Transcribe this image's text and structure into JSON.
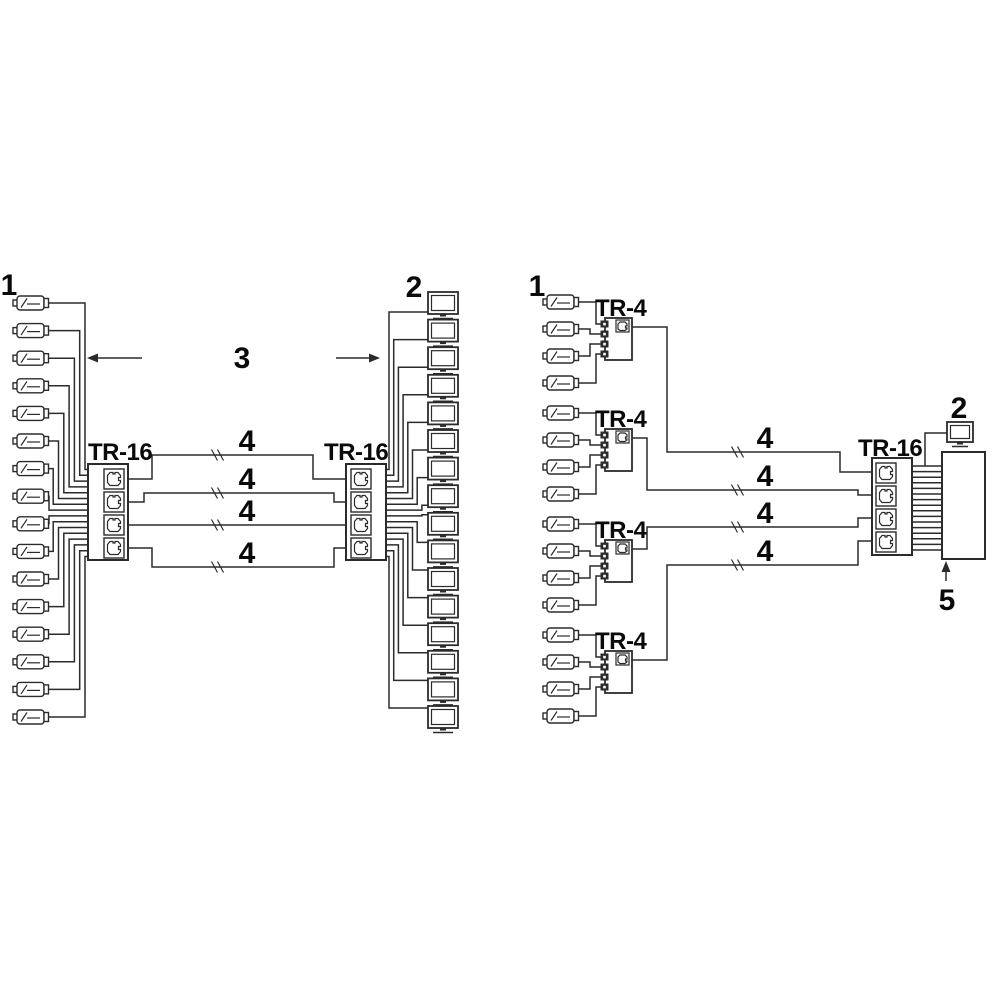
{
  "canvas": {
    "background": "#ffffff",
    "line_color": "#2b2b2b",
    "text_color": "#0a0a0a"
  },
  "labels": {
    "cameras_left": "1",
    "monitors_left": "2",
    "direction": "3",
    "cable": "4",
    "cameras_right": "1",
    "monitor_right": "2",
    "dvr": "5"
  },
  "devices": {
    "tr16": "TR-16",
    "tr4": "TR-4"
  },
  "left_system": {
    "camera_count": 16,
    "monitor_count": 16,
    "cable_count": 4,
    "tr16_count": 2
  },
  "right_system": {
    "camera_count": 16,
    "tr4_count": 4,
    "cameras_per_tr4": 4,
    "cable_count": 4,
    "tr16_count": 1,
    "monitor_count": 1,
    "dvr_count": 1
  }
}
